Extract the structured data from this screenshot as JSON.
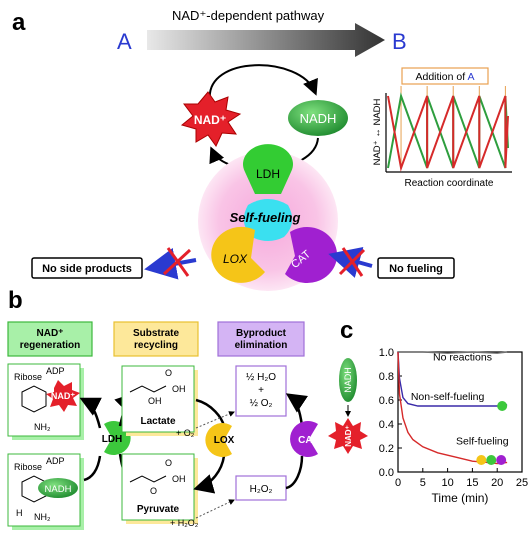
{
  "panel_a": {
    "label": "a",
    "pathway_label": "NAD⁺-dependent pathway",
    "start": "A",
    "end": "B",
    "nad_plus": "NAD⁺",
    "nadh": "NADH",
    "ldh": "LDH",
    "lox": "LOX",
    "cat": "CAT",
    "self_fueling": "Self-fueling",
    "no_side_products": "No side products",
    "no_fueling": "No fueling",
    "mini_chart": {
      "annotation_prefix": "Addition of ",
      "annotation_highlight": "A",
      "xlabel": "Reaction coordinate",
      "ylabel": "NAD⁺ ↔ NADH",
      "colors": {
        "green": "#2e9e3e",
        "red": "#d62a2a",
        "annotation": "#e8a050"
      }
    }
  },
  "panel_b": {
    "label": "b",
    "headers": [
      "NAD⁺ regeneration",
      "Substrate recycling",
      "Byproduct elimination"
    ],
    "ribose": "Ribose",
    "adp": "ADP",
    "nh2": "NH₂",
    "h": "H",
    "nad_plus": "NAD⁺",
    "nadh": "NADH",
    "ldh": "LDH",
    "lox": "LOX",
    "cat": "CAT",
    "lactate": "Lactate",
    "pyruvate": "Pyruvate",
    "oh": "OH",
    "o": "O",
    "plus_o2": "+ O₂",
    "plus_h2o2": "+ H₂O₂",
    "byproduct_top": [
      "½ H₂O",
      "+",
      "½ O₂"
    ],
    "byproduct_bottom": "H₂O₂",
    "colors": {
      "green": "#3cc83c",
      "yellow": "#f5c518",
      "purple": "#a020d0"
    }
  },
  "panel_c": {
    "label": "c",
    "nadh": "NADH",
    "nad_plus": "NAD⁺",
    "chart_data": {
      "type": "line",
      "xlabel": "Time (min)",
      "ylabel": "",
      "xlim": [
        0,
        25
      ],
      "ylim": [
        0.0,
        1.0
      ],
      "x_ticks": [
        "0",
        "5",
        "10",
        "15",
        "20",
        "25"
      ],
      "y_ticks": [
        "0.0",
        "0.2",
        "0.4",
        "0.6",
        "0.8",
        "1.0"
      ],
      "series": [
        {
          "name": "No reactions",
          "color": "#707070",
          "x": [
            0,
            2,
            5,
            10,
            15,
            20,
            22
          ],
          "y": [
            1.0,
            1.0,
            1.0,
            0.99,
            1.0,
            0.99,
            1.0
          ]
        },
        {
          "name": "Non-self-fueling",
          "color": "#3a2aa8",
          "x": [
            0,
            0.3,
            1,
            2,
            4,
            6,
            10,
            15,
            20,
            22
          ],
          "y": [
            1.0,
            0.78,
            0.62,
            0.57,
            0.55,
            0.55,
            0.55,
            0.55,
            0.55,
            0.56
          ]
        },
        {
          "name": "Self-fueling",
          "color": "#d62a2a",
          "x": [
            0,
            0.3,
            1,
            2,
            3,
            5,
            8,
            10,
            12,
            15,
            18,
            20,
            22
          ],
          "y": [
            1.0,
            0.65,
            0.45,
            0.33,
            0.27,
            0.21,
            0.16,
            0.14,
            0.12,
            0.09,
            0.08,
            0.07,
            0.08
          ]
        }
      ]
    }
  }
}
